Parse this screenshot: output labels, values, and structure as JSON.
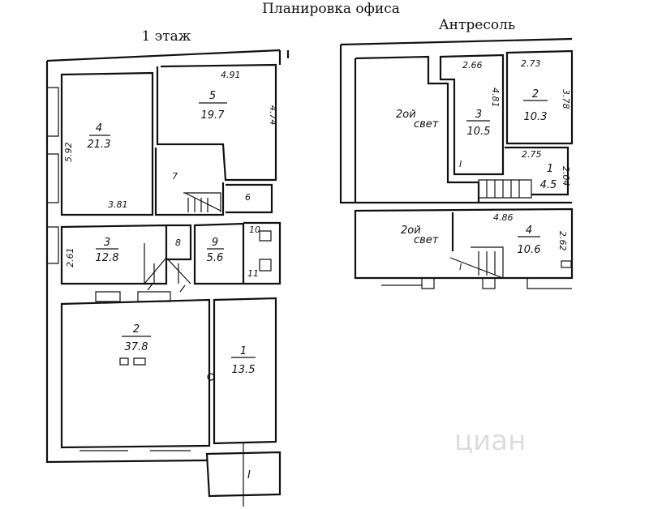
{
  "title": "Планировка офиса",
  "floor1": {
    "label": "1 этаж",
    "rooms": [
      {
        "num": "4",
        "area": "21.3"
      },
      {
        "num": "5",
        "area": "19.7"
      },
      {
        "num": "3",
        "area": "12.8"
      },
      {
        "num": "9",
        "area": "5.6"
      },
      {
        "num": "2",
        "area": "37.8"
      },
      {
        "num": "1",
        "area": "13.5"
      }
    ],
    "small_labels": [
      "7",
      "6",
      "8",
      "10",
      "11",
      "I"
    ],
    "dims": [
      "4.91",
      "4.74",
      "5.92",
      "3.81",
      "2.61"
    ]
  },
  "mezzanine": {
    "label": "Антресоль",
    "rooms": [
      {
        "num": "3",
        "area": "10.5"
      },
      {
        "num": "2",
        "area": "10.3"
      },
      {
        "num": "1",
        "area": "4.5"
      },
      {
        "num": "4",
        "area": "10.6"
      }
    ],
    "second_light": [
      "2ой",
      "свет"
    ],
    "small_labels": [
      "I",
      "I"
    ],
    "dims": [
      "2.66",
      "4.81",
      "2.73",
      "3.78",
      "2.75",
      "2.04",
      "4.86",
      "2.62"
    ]
  },
  "watermark": "циан"
}
